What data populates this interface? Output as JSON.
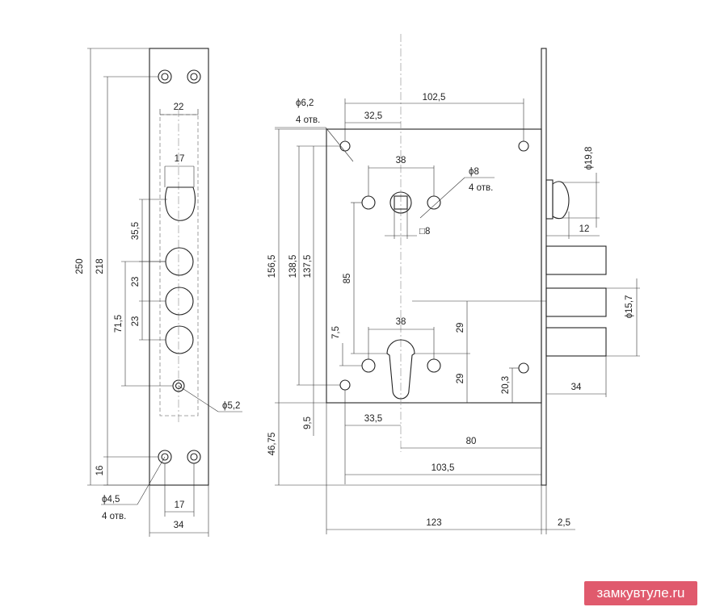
{
  "labels": {
    "d_250": "250",
    "d_218": "218",
    "d_22": "22",
    "d_17_top": "17",
    "d_35_5": "35,5",
    "d_23_a": "23",
    "d_23_b": "23",
    "d_71_5": "71,5",
    "d_phi_5_2": "ϕ5,2",
    "d_16": "16",
    "d_phi_4_5": "ϕ4,5",
    "d_4otv_left": "4 отв.",
    "d_17_bottom": "17",
    "d_34_left": "34",
    "d_phi_6_2": "ϕ6,2",
    "d_4otv_top": "4 отв.",
    "d_32_5": "32,5",
    "d_102_5": "102,5",
    "d_38_top": "38",
    "d_phi_8": "ϕ8",
    "d_4otv_right": "4 отв.",
    "d_sq_8": "□8",
    "d_phi_19_8": "ϕ19,8",
    "d_12": "12",
    "d_156_5": "156,5",
    "d_138_5": "138,5",
    "d_137_5": "137,5",
    "d_85": "85",
    "d_38_bottom": "38",
    "d_7_5": "7,5",
    "d_29_a": "29",
    "d_29_b": "29",
    "d_phi_15_7": "ϕ15,7",
    "d_20_3": "20,3",
    "d_34_right": "34",
    "d_9_5": "9,5",
    "d_33_5": "33,5",
    "d_80": "80",
    "d_46_75": "46,75",
    "d_103_5": "103,5",
    "d_123": "123",
    "d_2_5": "2,5"
  },
  "watermark": "замкувтуле.ru"
}
